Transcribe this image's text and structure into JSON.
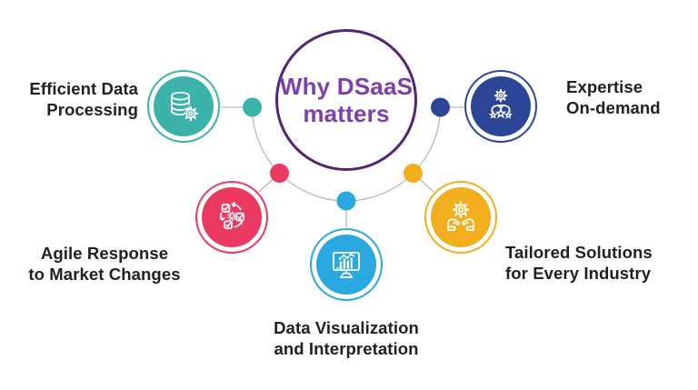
{
  "background_color": "#ffffff",
  "connector_color": "#b8b8b8",
  "label_color": "#212121",
  "center": {
    "lines": [
      "Why",
      "DSaaS",
      "matters"
    ],
    "text_color": "#7d3fae",
    "ring_color": "#512577"
  },
  "nodes": [
    {
      "id": "efficient-data-processing",
      "label_lines": [
        "Efficient Data",
        "Processing"
      ],
      "color": "#3bb3ab",
      "icon": "database-gear-icon"
    },
    {
      "id": "expertise-on-demand",
      "label_lines": [
        "Expertise",
        "On-demand"
      ],
      "color": "#2d4596",
      "icon": "expert-person-stars-icon"
    },
    {
      "id": "agile-response-to-market-changes",
      "label_lines": [
        "Agile Response",
        "to Market Changes"
      ],
      "color": "#eb3a62",
      "icon": "agile-cycle-checkboxes-icon"
    },
    {
      "id": "data-visualization-and-interpretation",
      "label_lines": [
        "Data Visualization",
        "and Interpretation"
      ],
      "color": "#2aa9e0",
      "icon": "monitor-analytics-icon"
    },
    {
      "id": "tailored-solutions-for-every-industry",
      "label_lines": [
        "Tailored Solutions",
        "for Every Industry"
      ],
      "color": "#f3ae1d",
      "icon": "hands-gear-icon"
    }
  ]
}
